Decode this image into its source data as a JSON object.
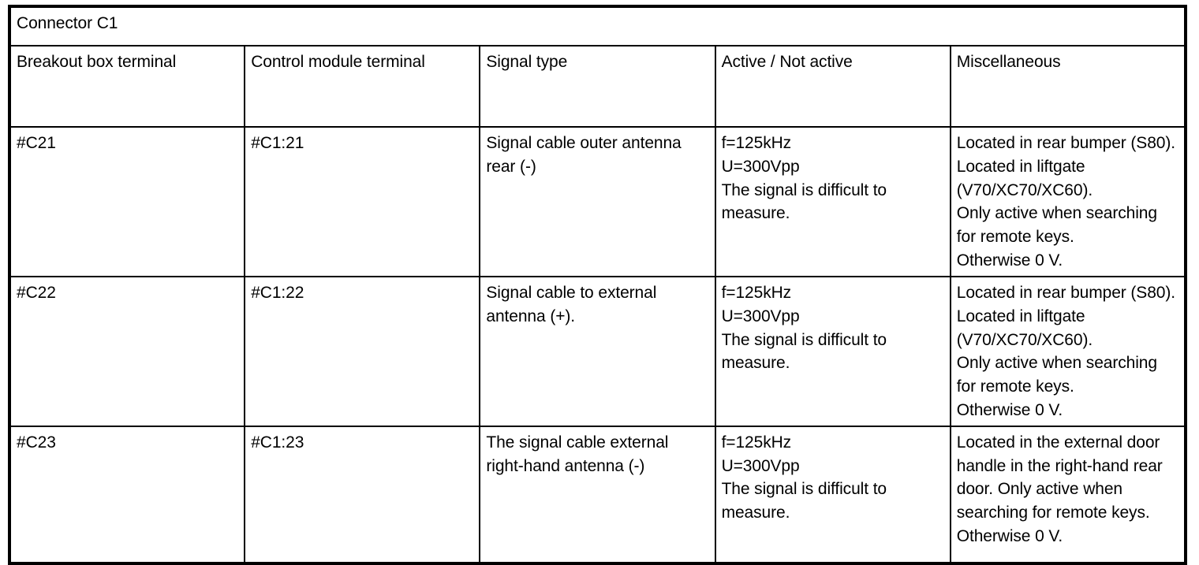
{
  "table": {
    "title": "Connector C1",
    "columns": [
      "Breakout box terminal",
      "Control module terminal",
      "Signal type",
      "Active / Not active",
      "Miscellaneous"
    ],
    "rows": [
      {
        "breakout_box_terminal": "#C21",
        "control_module_terminal": "#C1:21",
        "signal_type": "Signal cable outer antenna rear (-)",
        "active_not_active": "f=125kHz\nU=300Vpp\nThe signal is difficult to measure.",
        "miscellaneous": "Located in rear bumper (S80).\nLocated in liftgate (V70/XC70/XC60).\nOnly active when searching for remote keys.\nOtherwise 0 V."
      },
      {
        "breakout_box_terminal": "#C22",
        "control_module_terminal": "#C1:22",
        "signal_type": "Signal cable to external antenna (+).",
        "active_not_active": "f=125kHz\nU=300Vpp\nThe signal is difficult to measure.",
        "miscellaneous": "Located in rear bumper (S80).\nLocated in liftgate (V70/XC70/XC60).\nOnly active when searching for remote keys.\nOtherwise 0 V."
      },
      {
        "breakout_box_terminal": "#C23",
        "control_module_terminal": "#C1:23",
        "signal_type": "The signal cable external right-hand antenna (-)",
        "active_not_active": "f=125kHz\nU=300Vpp\nThe signal is difficult to measure.",
        "miscellaneous": "Located in the external door handle in the right-hand rear door. Only active when searching for remote keys. Otherwise 0 V."
      }
    ]
  },
  "colors": {
    "border": "#000000",
    "text": "#000000",
    "background": "#ffffff"
  }
}
